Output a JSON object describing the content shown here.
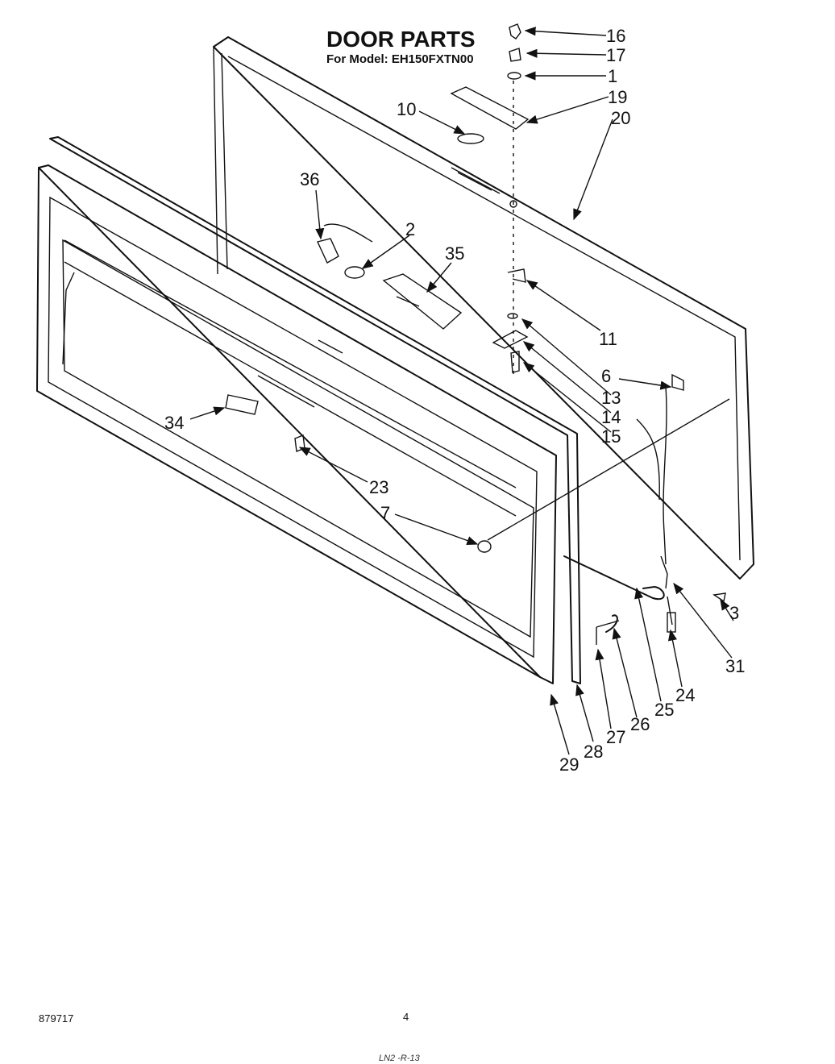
{
  "header": {
    "title": "DOOR PARTS",
    "subtitle": "For Model: EH150FXTN00"
  },
  "footer": {
    "doc_number": "879717",
    "page_number": "4",
    "handwritten_note": "LN2 -R-13"
  },
  "part_labels": {
    "p1": "1",
    "p2": "2",
    "p3": "3",
    "p6": "6",
    "p7": "7",
    "p10": "10",
    "p11": "11",
    "p13": "13",
    "p14": "14",
    "p15": "15",
    "p16": "16",
    "p17": "17",
    "p19": "19",
    "p20": "20",
    "p23": "23",
    "p24": "24",
    "p25": "25",
    "p26": "26",
    "p27": "27",
    "p28": "28",
    "p29": "29",
    "p31": "31",
    "p34": "34",
    "p35": "35",
    "p36": "36"
  }
}
